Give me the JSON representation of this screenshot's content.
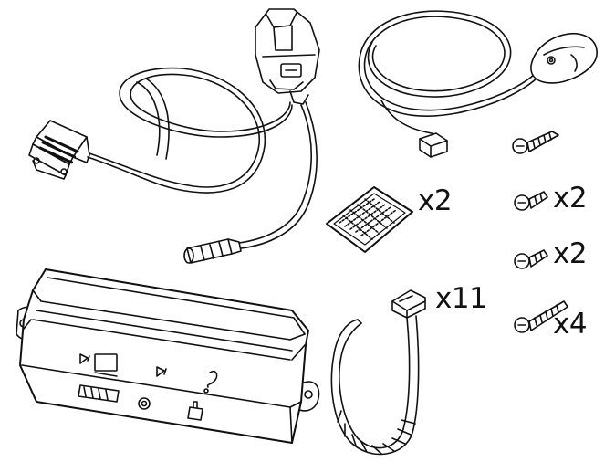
{
  "figure": {
    "quantities": {
      "velcro_pad": "x2",
      "screw_medium": "x2",
      "screw_short": "x2",
      "cable_ties": "x11",
      "screw_long": "x4"
    },
    "line_color": "#111111",
    "background": "#ffffff"
  }
}
